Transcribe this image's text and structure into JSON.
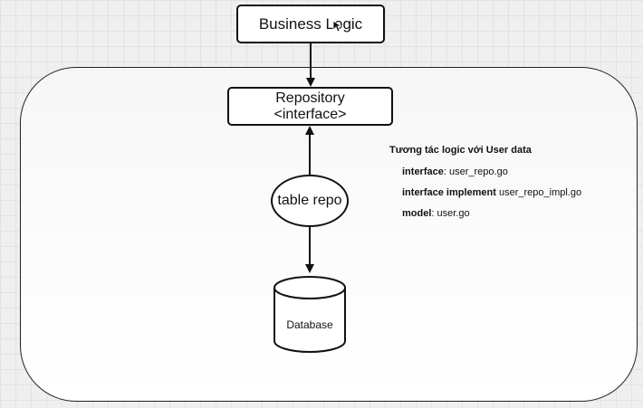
{
  "diagram": {
    "business_logic": "Business Logic",
    "repository_line1": "Repository",
    "repository_line2": "<interface>",
    "table_repo": "table repo",
    "database": "Database"
  },
  "notes": {
    "title": "Tương tác logic với User data",
    "items": [
      {
        "key": "interface",
        "sep": ": ",
        "value": "user_repo.go"
      },
      {
        "key": "interface implement",
        "sep": " ",
        "value": "user_repo_impl.go"
      },
      {
        "key": "model",
        "sep": ": ",
        "value": "user.go"
      }
    ]
  }
}
